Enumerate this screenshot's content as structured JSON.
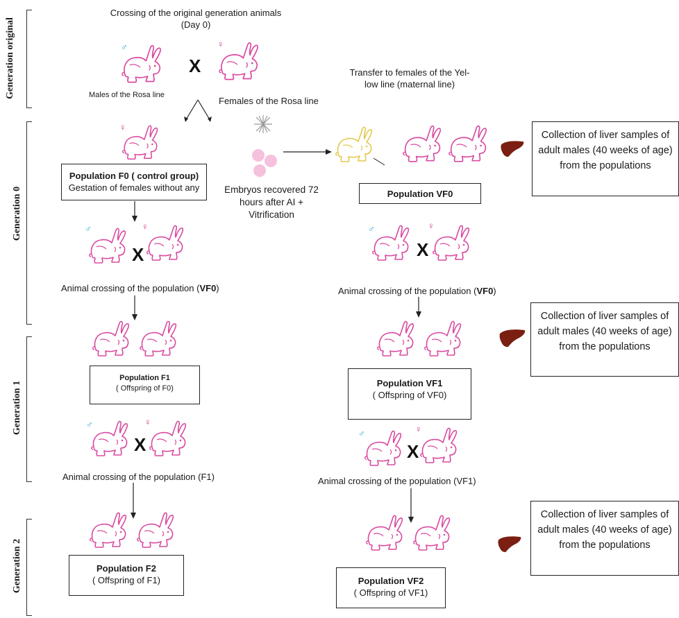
{
  "generations": {
    "original": "Generation original",
    "g0": "Generation   0",
    "g1": "Generation   1",
    "g2": "Generation   2"
  },
  "top": {
    "crossing_line1": "Crossing of the original generation animals",
    "crossing_line2": "(Day 0)",
    "males_label": "Males of the Rosa line",
    "females_label": "Females of the Rosa line",
    "transfer_line1": "Transfer  to females of the Yel-",
    "transfer_line2": "low line (maternal line)"
  },
  "f0": {
    "title": "Population F0 ( control group)",
    "desc": "Gestation of females without any"
  },
  "embryos": {
    "line1": "Embryos recovered 72",
    "line2": "hours after AI +",
    "line3": "Vitrification"
  },
  "vf0": {
    "title": "Population VF0"
  },
  "collection": {
    "line1": "Collection of liver samples of",
    "line2": "adult males (40 weeks of age)",
    "line3": "from the populations"
  },
  "cross_left_g0": {
    "prefix": "Animal crossing of the population (",
    "bold": "VF0",
    "suffix": ")"
  },
  "cross_right_g0": {
    "prefix": "Animal crossing of the population (",
    "bold": "VF0",
    "suffix": ")"
  },
  "f1": {
    "title": "Population F1",
    "sub": "( Offspring of F0)"
  },
  "vf1": {
    "title": "Population VF1",
    "sub": "( Offspring of VF0)"
  },
  "cross_f1": "Animal crossing of the population  (F1)",
  "cross_vf1": "Animal crossing of the population (VF1)",
  "f2": {
    "title": "Population F2",
    "sub": "( Offspring of  F1)"
  },
  "vf2": {
    "title": "Population VF2",
    "sub": "( Offspring of VF1)"
  },
  "symbols": {
    "male": "♂",
    "female": "♀",
    "cross": "X"
  },
  "colors": {
    "rabbit_pink": "#d94aa0",
    "rabbit_yellow": "#e8d766",
    "liver": "#7a1f12",
    "male": "#1aa3c8",
    "female": "#d0358a"
  }
}
